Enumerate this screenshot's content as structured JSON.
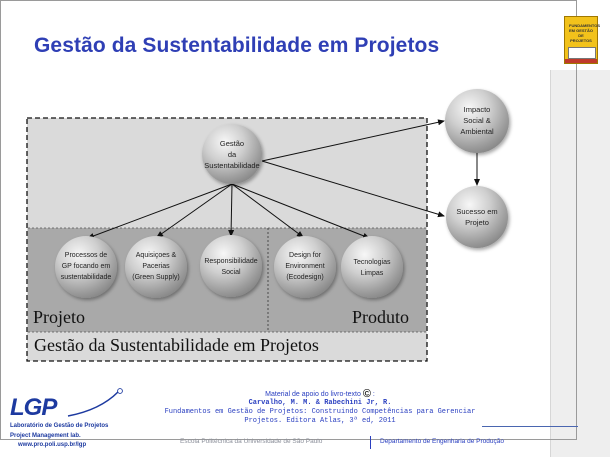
{
  "title": "Gestão da Sustentabilidade em Projetos",
  "book_cover": {
    "title": "FUNDAMENTOS EM GESTÃO DE PROJETOS",
    "color": "#f2c21b"
  },
  "nodes": {
    "gestao": [
      "Gestão",
      "da",
      "Sustentabilidade"
    ],
    "impacto": [
      "Impacto",
      "Social &",
      "Ambiental"
    ],
    "sucesso": [
      "Sucesso em",
      "Projeto"
    ],
    "processos": [
      "Processos de",
      "GP focando em",
      "sustentabilidade"
    ],
    "aquisicoes": [
      "Aquisiçoes &",
      "Pacerias",
      "(Green Supply)"
    ],
    "responsabilidade": [
      "Responsibilidade",
      "Social"
    ],
    "design": [
      "Design for",
      "Environment",
      "(Ecodesign)"
    ],
    "tecnologias": [
      "Tecnologias",
      "Limpas"
    ]
  },
  "regions": {
    "projeto": "Projeto",
    "produto": "Produto",
    "gestao": "Gestão da Sustentabilidade em Projetos"
  },
  "footer": {
    "logo": "LGP",
    "lab_name": "Laboratório de Gestão de Projetos",
    "lab_pm": "Project Management lab.",
    "lab_url": "www.pro.poli.usp.br/lgp",
    "ref_line1": "Material de apoio do livro-texto",
    "ref_line1_tail": ":",
    "ref_line2": "Carvalho, M. M. & Rabechini Jr, R.",
    "ref_line3": "Fundamentos em Gestão de Projetos: Construindo Competências para Gerenciar",
    "ref_line4": "Projetos. Editora Atlas, 3ª ed, 2011",
    "school": "Escola Politécnica da Universidade de São Paulo",
    "department": "Departamento de Engenharia de Produção"
  },
  "colors": {
    "title": "#2f3fb5",
    "footer_link": "#2a3fc0",
    "outer_region": "#dadada",
    "inner_region": "#a9a9a9"
  }
}
